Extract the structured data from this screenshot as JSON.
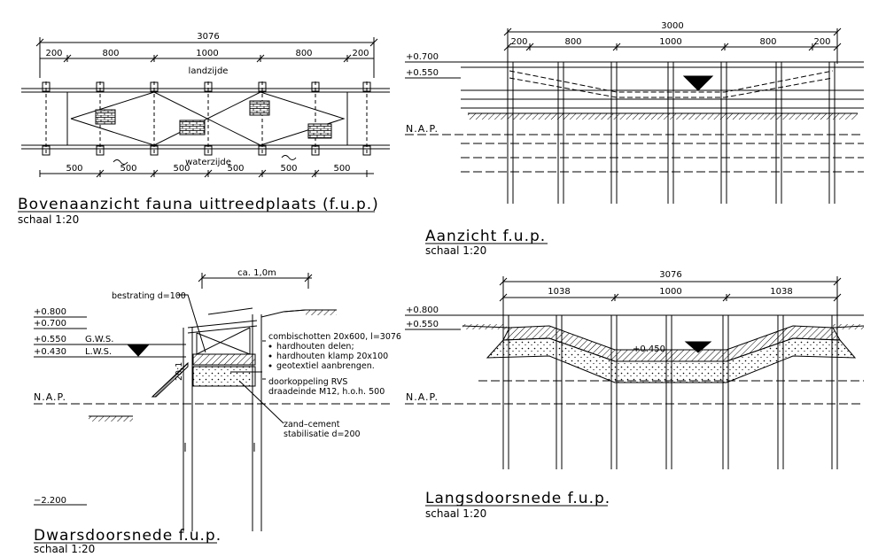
{
  "top_view": {
    "title": "Bovenaanzicht fauna uittreedplaats (f.u.p.)",
    "scale": "schaal 1:20",
    "overall": "3076",
    "top_dims": [
      "200",
      "800",
      "1000",
      "800",
      "200"
    ],
    "bottom_dims": [
      "500",
      "500",
      "500",
      "500",
      "500",
      "500"
    ],
    "landside": "landzijde",
    "waterside": "waterzijde"
  },
  "elevation": {
    "title": "Aanzicht f.u.p.",
    "scale": "schaal 1:20",
    "overall": "3000",
    "dims": [
      "200",
      "800",
      "1000",
      "800",
      "200"
    ],
    "levels": [
      "+0.700",
      "+0.550"
    ],
    "nap": "N.A.P."
  },
  "cross_section": {
    "title": "Dwarsdoorsnede f.u.p.",
    "scale": "schaal 1:20",
    "width_dim": "ca. 1,0m",
    "levels": [
      "+0.800",
      "+0.700",
      "+0.550",
      "+0.430"
    ],
    "gws": "G.W.S.",
    "lws": "L.W.S.",
    "nap": "N.A.P.",
    "bottom_level": "−2.200",
    "slope": "20:1",
    "paving": "bestrating d=100",
    "combi_lines": [
      "combischotten 20x600, l=3076",
      "hardhouten delen;",
      "hardhouten klamp 20x100",
      "geotextiel aanbrengen."
    ],
    "coupling_lines": [
      "doorkoppeling RVS",
      "draadeinde M12, h.o.h. 500"
    ],
    "sand_lines": [
      "zand–cement",
      "stabilisatie d=200"
    ]
  },
  "long_section": {
    "title": "Langsdoorsnede f.u.p.",
    "scale": "schaal 1:20",
    "overall": "3076",
    "dims": [
      "1038",
      "1000",
      "1038"
    ],
    "levels": [
      "+0.800",
      "+0.550"
    ],
    "floor_level": "+0.450",
    "nap": "N.A.P."
  },
  "colors": {
    "line": "#000000",
    "background": "#ffffff"
  }
}
